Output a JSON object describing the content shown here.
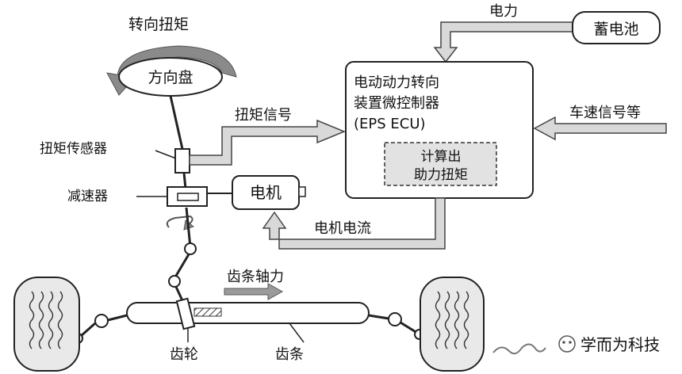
{
  "labels": {
    "steering_torque": "转向扭矩",
    "steering_wheel": "方向盘",
    "torque_sensor": "扭矩传感器",
    "reducer": "减速器",
    "motor": "电机",
    "torque_signal": "扭矩信号",
    "power": "电力",
    "battery": "蓄电池",
    "ecu_line1": "电动动力转向",
    "ecu_line2": "装置微控制器",
    "ecu_line3": "(EPS ECU)",
    "calc_line1": "计算出",
    "calc_line2": "助力扭矩",
    "vehicle_speed": "车速信号等",
    "motor_current": "电机电流",
    "rack_force": "齿条轴力",
    "gear": "齿轮",
    "rack": "齿条"
  },
  "watermark": {
    "text": "学而为科技"
  },
  "colors": {
    "stroke": "#2a2a2a",
    "arrow_fill": "#d9d9d9",
    "dashed_fill": "#e2e2e2",
    "text": "#111111"
  }
}
